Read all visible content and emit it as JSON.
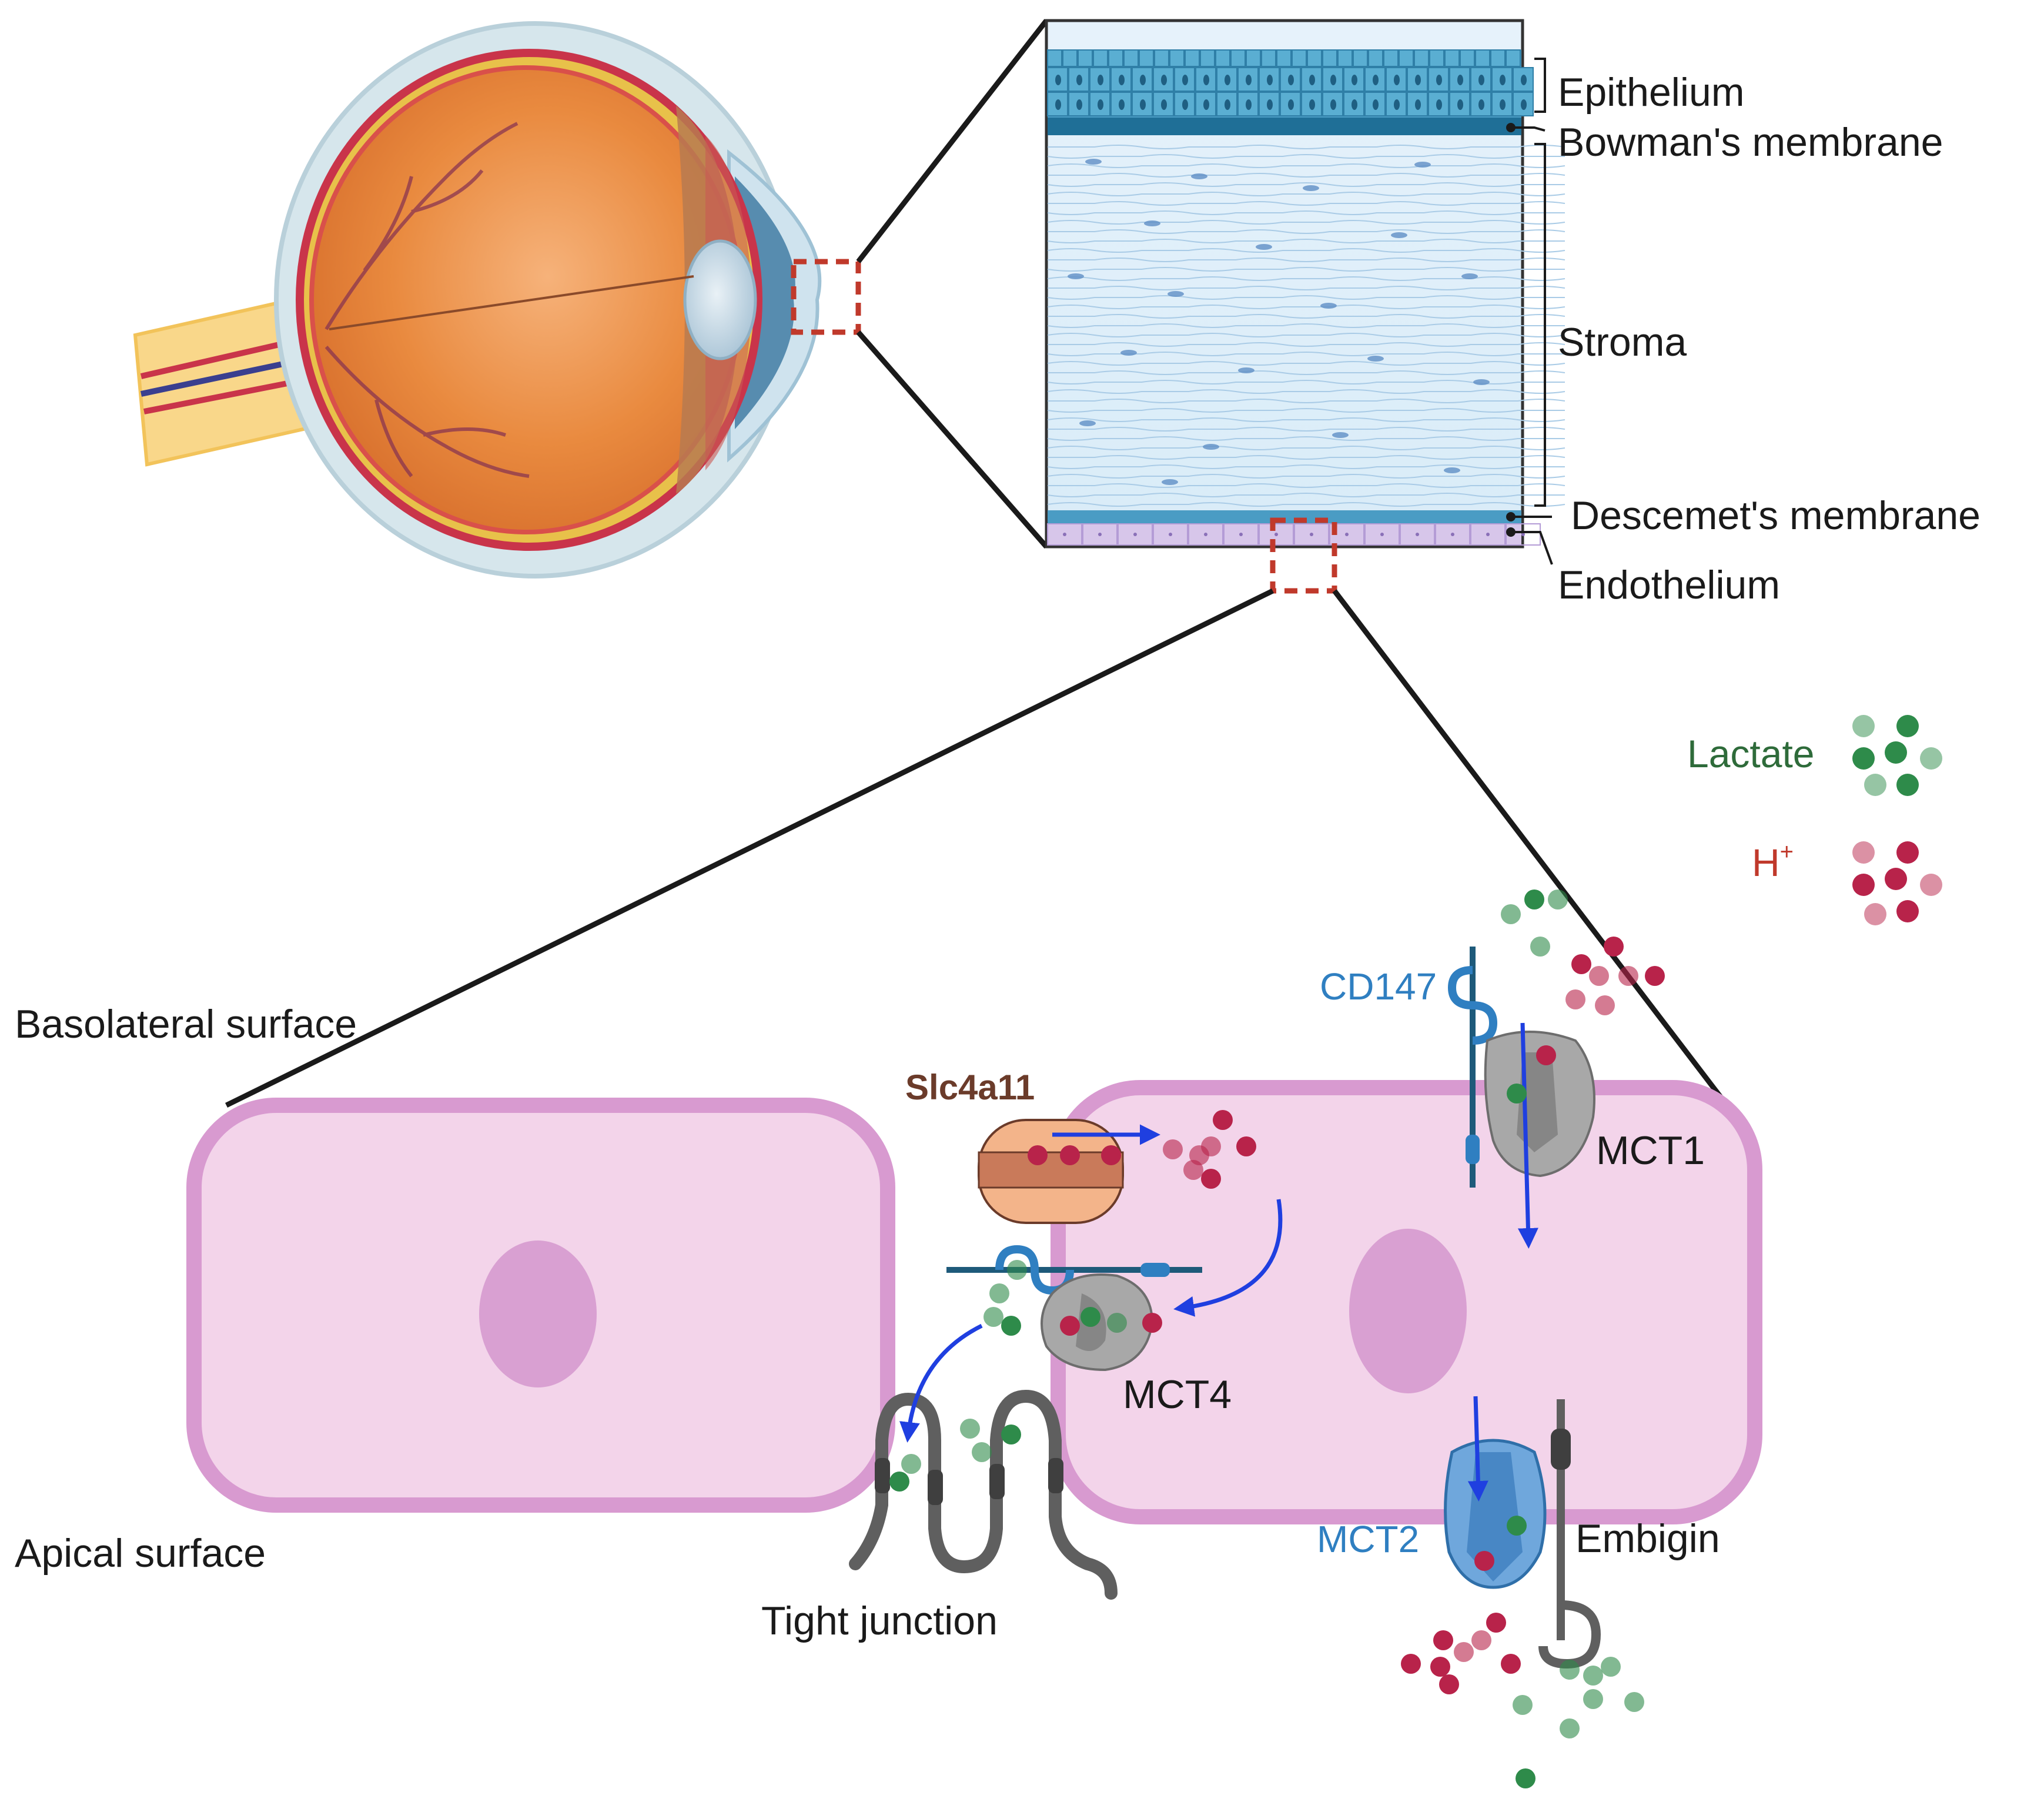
{
  "layers": {
    "epithelium": "Epithelium",
    "bowmans": "Bowman's membrane",
    "stroma": "Stroma",
    "descemets": "Descemet's membrane",
    "endothelium": "Endothelium"
  },
  "surfaces": {
    "basolateral": "Basolateral surface",
    "apical": "Apical surface"
  },
  "proteins": {
    "slc4a11": "Slc4a11",
    "cd147": "CD147",
    "mct1": "MCT1",
    "mct4": "MCT4",
    "mct2": "MCT2",
    "embigin": "Embigin",
    "tight_junction": "Tight junction"
  },
  "legend": {
    "lactate": "Lactate",
    "proton": "H",
    "proton_sup": "+"
  },
  "colors": {
    "lactate": "#2e8b4a",
    "proton": "#b8234a",
    "cell": "#f3d4ea",
    "cell_border": "#d89ad0",
    "arrow": "#1f3fe0"
  }
}
